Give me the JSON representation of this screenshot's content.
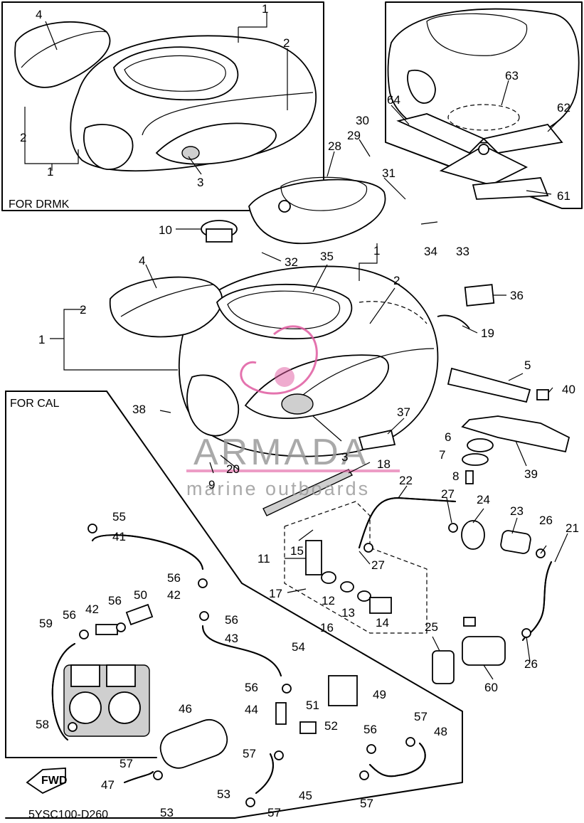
{
  "diagram_code": "5YSC100-D260",
  "callouts": {
    "drmk": "FOR DRMK",
    "cal": "FOR CAL",
    "fwd": "FWD"
  },
  "watermark": {
    "brand": "ARMADA",
    "tagline": "marine outboards",
    "color": "#e05aa0"
  },
  "part_numbers": {
    "p1": "1",
    "p2": "2",
    "p3": "3",
    "p4": "4",
    "p5": "5",
    "p6": "6",
    "p7": "7",
    "p8": "8",
    "p9": "9",
    "p10": "10",
    "p11": "11",
    "p12": "12",
    "p13": "13",
    "p14": "14",
    "p15": "15",
    "p16": "16",
    "p17": "17",
    "p18": "18",
    "p19": "19",
    "p20": "20",
    "p21": "21",
    "p22": "22",
    "p23": "23",
    "p24": "24",
    "p25": "25",
    "p26": "26",
    "p27": "27",
    "p28": "28",
    "p29": "29",
    "p30": "30",
    "p31": "31",
    "p32": "32",
    "p33": "33",
    "p34": "34",
    "p35": "35",
    "p36": "36",
    "p37": "37",
    "p38": "38",
    "p39": "39",
    "p40": "40",
    "p41": "41",
    "p42": "42",
    "p43": "43",
    "p44": "44",
    "p45": "45",
    "p46": "46",
    "p47": "47",
    "p48": "48",
    "p49": "49",
    "p50": "50",
    "p51": "51",
    "p52": "52",
    "p53": "53",
    "p54": "54",
    "p55": "55",
    "p56": "56",
    "p57": "57",
    "p58": "58",
    "p59": "59",
    "p60": "60",
    "p61": "61",
    "p62": "62",
    "p63": "63",
    "p64": "64"
  }
}
